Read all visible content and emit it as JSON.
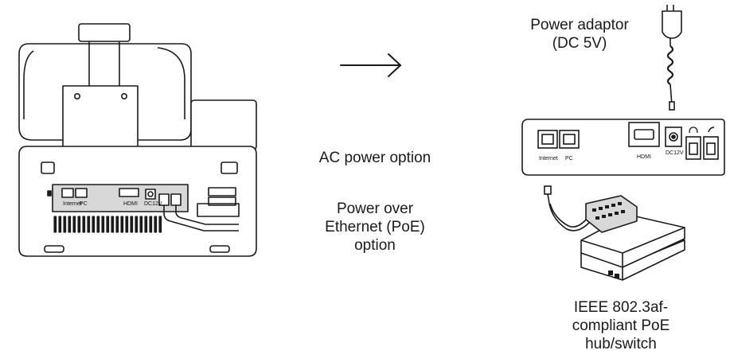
{
  "labels": {
    "power_adaptor_line1": "Power adaptor",
    "power_adaptor_line2": "(DC 5V)",
    "ac_option": "AC power option",
    "poe_line1": "Power over",
    "poe_line2": "Ethernet (PoE)",
    "poe_line3": "option",
    "hub_line1": "IEEE 802.3af-",
    "hub_line2": "compliant PoE",
    "hub_line3": "hub/switch"
  },
  "port_labels": {
    "internet": "Internet",
    "pc": "PC",
    "hdmi": "HDMI",
    "dc": "DC12V"
  },
  "colors": {
    "line": "#1a1a1a",
    "panel_gray": "#d8d8d8",
    "device_fill": "#ffffff"
  }
}
